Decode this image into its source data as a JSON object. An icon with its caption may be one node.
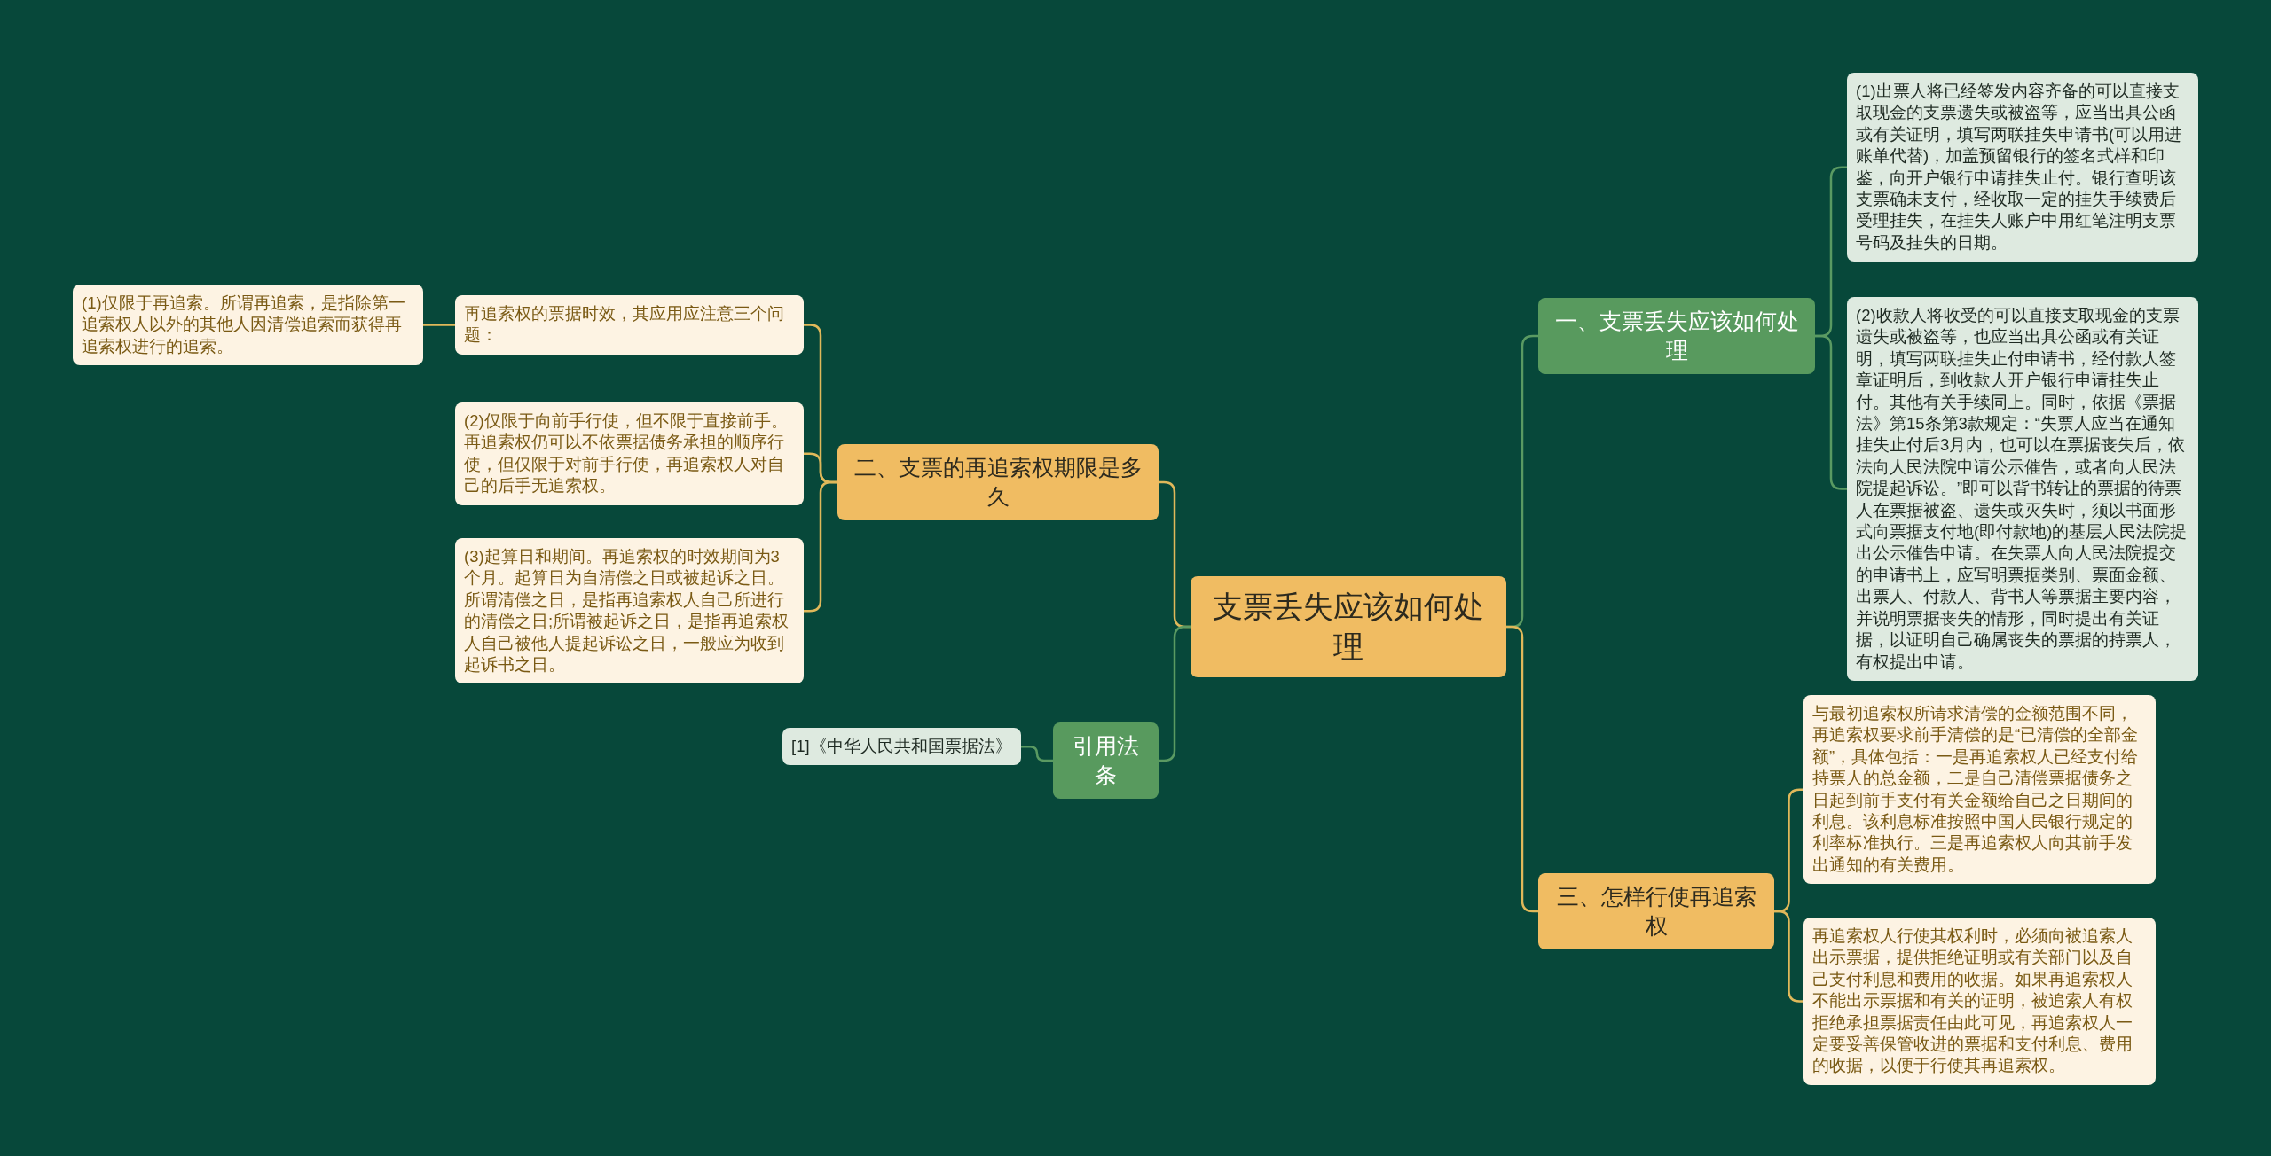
{
  "diagram": {
    "nodes": [
      {
        "text": [
          "支票丢失应该如何处理"
        ]
      },
      {
        "text": [
          "一、支票丢失应该如何处理"
        ]
      },
      {
        "text": [
          "(1)出票人将已经签发内容齐备的可以直接支取现金的支票遗失或被盗等，应当出具公函或有关证明，填写两联挂失申请书(可以用进账单代替)，加盖预留银行的签名式样和印鉴，向开户银行申请挂失止付。银行查明该支票确未支付，经收取一定的挂失手续费后受理挂失，在挂失人账户中用红笔注明支票号码及挂失的日期。"
        ]
      },
      {
        "text": [
          "(2)收款人将收受的可以直接支取现金的支票遗失或被盗等，也应当出具公函或有关证明，填写两联挂失止付申请书，经付款人签章证明后，到收款人开户银行申请挂失止付。其他有关手续同上。同时，依据《票据法》第15条第3款规定：“失票人应当在通知挂失止付后3月内，也可以在票据丧失后，依法向人民法院申请公示催告，或者向人民法院提起诉讼。”即可以背书转让的票据的待票人在票据被盗、遗失或灭失时，须以书面形式向票据支付地(即付款地)的基层人民法院提出公示催告申请。在失票人向人民法院提交的申请书上，应写明票据类别、票面金额、出票人、付款人、背书人等票据主要内容，并说明票据丧失的情形，同时提出有关证据，以证明自己确属丧失的票据的持票人，有权提出申请。"
        ]
      },
      {
        "text": [
          "二、支票的再追索权期限是多久"
        ]
      },
      {
        "text": [
          "再追索权的票据时效，其应用应注意三个问题："
        ]
      },
      {
        "text": [
          "(1)仅限于再追索。所谓再追索，是指除第一追索权人以外的其他人因清偿追索而获得再追索权进行的追索。"
        ]
      },
      {
        "text": [
          "(2)仅限于向前手行使，但不限于直接前手。再追索权仍可以不依票据债务承担的顺序行使，但仅限于对前手行使，再追索权人对自己的后手无追索权。"
        ]
      },
      {
        "text": [
          "(3)起算日和期间。再追索权的时效期间为3个月。起算日为自清偿之日或被起诉之日。所谓清偿之日，是指再追索权人自己所进行的清偿之日;所谓被起诉之日，是指再追索权人自己被他人提起诉讼之日，一般应为收到起诉书之日。"
        ]
      },
      {
        "text": [
          "引用法条"
        ]
      },
      {
        "text": [
          "[1]《中华人民共和国票据法》"
        ]
      },
      {
        "text": [
          "三、怎样行使再追索权"
        ]
      },
      {
        "text": [
          "与最初追索权所请求清偿的金额范围不同，再追索权要求前手清偿的是“已清偿的全部金额”，具体包括：一是再追索权人已经支付给持票人的总金额，二是自己清偿票据债务之日起到前手支付有关金额给自己之日期间的利息。该利息标准按照中国人民银行规定的利率标准执行。三是再追索权人向其前手发出通知的有关费用。"
        ]
      },
      {
        "text": [
          "再追索权人行使其权利时，必须向被追索人出示票据，提供拒绝证明或有关部门以及自己支付利息和费用的收据。如果再追索权人不能出示票据和有关的证明，被追索人有权拒绝承担票据责任由此可见，再追索权人一定要妥善保管收进的票据和支付利息、费用的收据，以便于行使其再追索权。"
        ]
      }
    ],
    "edges": [
      {
        "from": 0,
        "to": 1,
        "arrow": "none",
        "color": "#5a9a62"
      },
      {
        "from": 1,
        "to": 2,
        "arrow": "none",
        "color": "#5a9a62"
      },
      {
        "from": 1,
        "to": 3,
        "arrow": "none",
        "color": "#5a9a62"
      },
      {
        "from": 0,
        "to": 4,
        "arrow": "none"
      },
      {
        "from": 4,
        "to": 5,
        "arrow": "none"
      },
      {
        "from": 5,
        "to": 6,
        "arrow": "none"
      },
      {
        "from": 4,
        "to": 7,
        "arrow": "none"
      },
      {
        "from": 4,
        "to": 8,
        "arrow": "none"
      },
      {
        "from": 0,
        "to": 9,
        "arrow": "none",
        "color": "#5a9a62"
      },
      {
        "from": 9,
        "to": 10,
        "arrow": "none",
        "color": "#5a9a62"
      },
      {
        "from": 0,
        "to": 11,
        "arrow": "none"
      },
      {
        "from": 11,
        "to": 12,
        "arrow": "none"
      },
      {
        "from": 11,
        "to": 13,
        "arrow": "none"
      }
    ]
  }
}
